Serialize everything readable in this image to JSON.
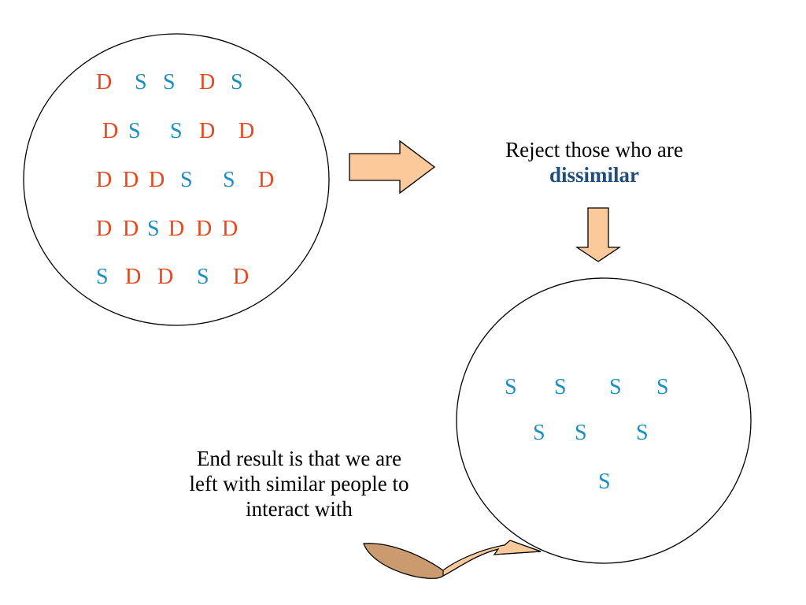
{
  "colors": {
    "similar": "#1c8fc0",
    "dissimilar": "#e8461c",
    "arrow_fill": "#fbc99a",
    "curved_arrow_fill": "#c99b6f",
    "emphasis": "#1f4e79"
  },
  "top_circle": {
    "rows": [
      [
        "D",
        "S",
        "S",
        "D",
        "S"
      ],
      [
        "D",
        "S",
        "S",
        "D",
        "D"
      ],
      [
        "D",
        "D",
        "D",
        "S",
        "S",
        "D"
      ],
      [
        "D",
        "D",
        "S",
        "D",
        "D",
        "D"
      ],
      [
        "S",
        "D",
        "D",
        "S",
        "D"
      ]
    ]
  },
  "bottom_circle": {
    "rows": [
      [
        "S",
        "S",
        "S",
        "S"
      ],
      [
        "S",
        "S",
        "S"
      ],
      [
        "S"
      ]
    ]
  },
  "reject_caption": {
    "line1": "Reject those who are",
    "emphasis": "dissimilar"
  },
  "end_caption": {
    "line1": "End result is that we are",
    "line2": "left with similar people to",
    "line3": "interact with"
  }
}
